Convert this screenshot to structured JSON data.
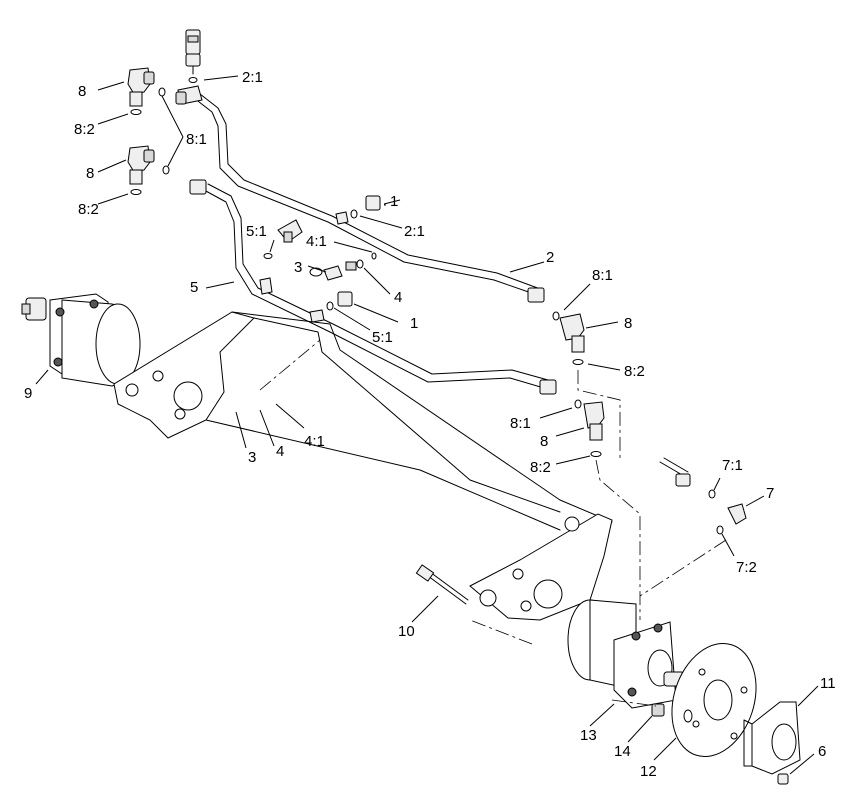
{
  "callouts": {
    "c_2_1_top": "2:1",
    "c_8_top": "8",
    "c_8_2_top": "8:2",
    "c_8_1_top": "8:1",
    "c_8_mid": "8",
    "c_8_2_mid": "8:2",
    "c_1_top": "1",
    "c_2_1_mid": "2:1",
    "c_5_1_left": "5:1",
    "c_4_1_upper": "4:1",
    "c_3_upper": "3",
    "c_2_pipe": "2",
    "c_4_upper": "4",
    "c_5_pipe": "5",
    "c_8_1_right": "8:1",
    "c_8_right": "8",
    "c_1_mid": "1",
    "c_5_1_mid": "5:1",
    "c_8_2_right": "8:2",
    "c_9_motor": "9",
    "c_3_lower": "3",
    "c_4_lower": "4",
    "c_4_1_lower": "4:1",
    "c_8_1_lower": "8:1",
    "c_8_lower": "8",
    "c_8_2_lower": "8:2",
    "c_7_1": "7:1",
    "c_7": "7",
    "c_7_2": "7:2",
    "c_10_bolt": "10",
    "c_11_bracket": "11",
    "c_13_motor": "13",
    "c_14": "14",
    "c_12_plate": "12",
    "c_6": "6"
  },
  "colors": {
    "ink": "#000000",
    "shade": "#d9d9d9",
    "paper": "#ffffff"
  }
}
